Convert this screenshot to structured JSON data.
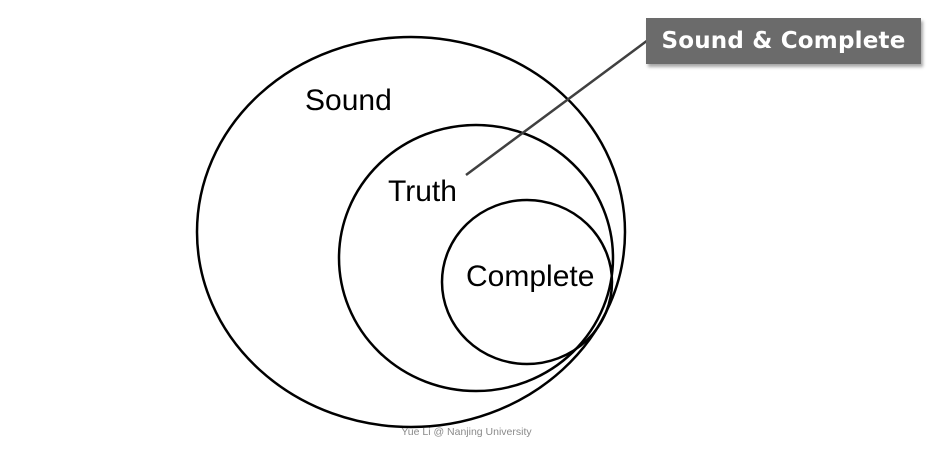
{
  "diagram": {
    "sets": [
      {
        "id": "sound",
        "label": "Sound"
      },
      {
        "id": "truth",
        "label": "Truth"
      },
      {
        "id": "complete",
        "label": "Complete"
      }
    ],
    "callout": {
      "label": "Sound & Complete",
      "background_color": "#6b6b6b",
      "text_color": "#ffffff"
    },
    "line_color": "#000000",
    "connector_color": "#404040"
  },
  "footer": {
    "credit": "Yue Li @ Nanjing University"
  }
}
